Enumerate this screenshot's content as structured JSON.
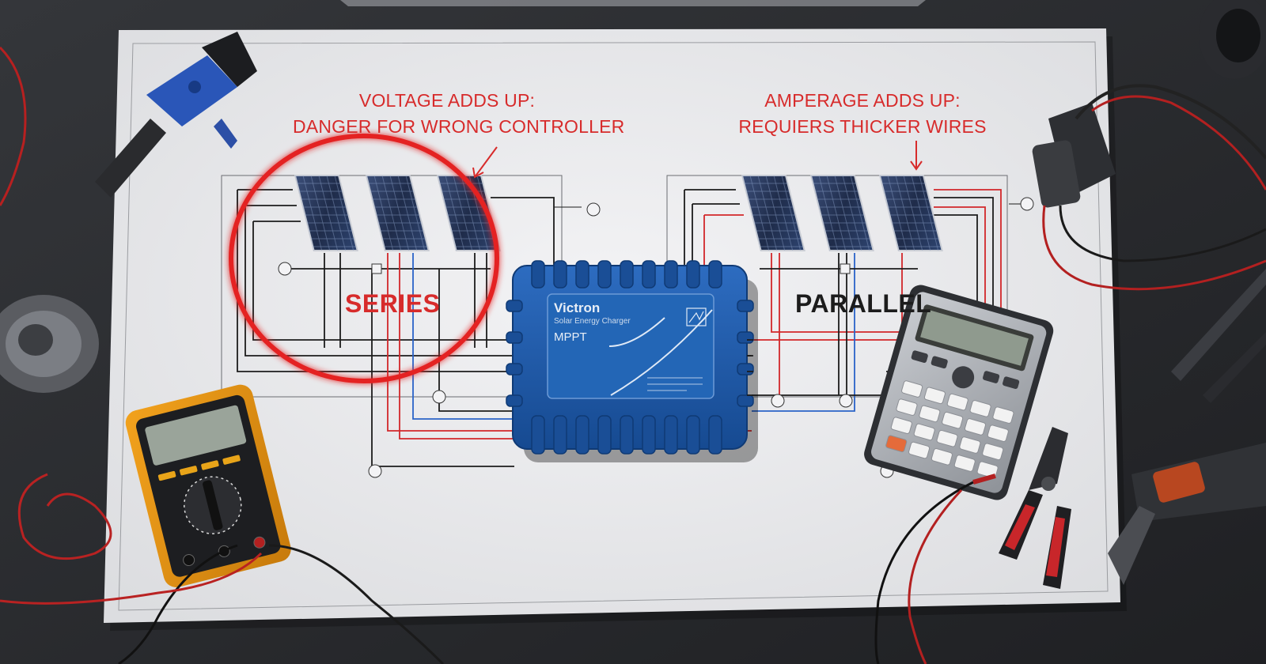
{
  "annotations": {
    "series_note": [
      "VOLTAGE ADDS UP:",
      "DANGER FOR WRONG CONTROLLER"
    ],
    "parallel_note": [
      "AMPERAGE ADDS UP:",
      "REQUIERS THICKER WIRES"
    ]
  },
  "labels": {
    "series": "SERIES",
    "parallel": "PARALLEL"
  },
  "controller": {
    "brand": "Victron",
    "subtitle": "Solar Energy Charger",
    "model": "MPPT"
  },
  "colors": {
    "background": "#2a2c30",
    "paper": "#ececee",
    "wire_red": "#d2272a",
    "wire_blue": "#2a63c8",
    "wire_black": "#1c1c1c",
    "controller_blue": "#1f5aa6",
    "highlight_circle": "#e42222"
  }
}
